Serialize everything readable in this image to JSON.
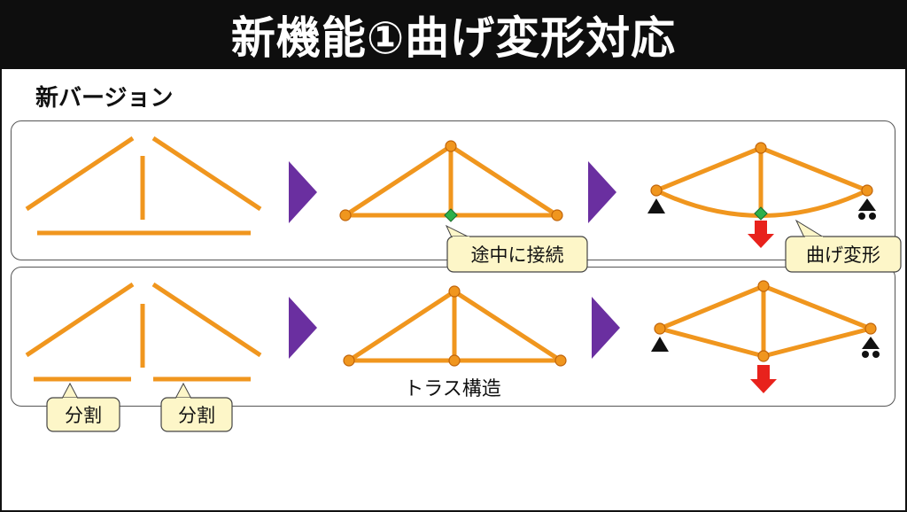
{
  "title": "新機能①曲げ変形対応",
  "subtitle": "新バージョン",
  "labels": {
    "midpoint_connect": "途中に接続",
    "bending": "曲げ変形",
    "split_left": "分割",
    "split_right": "分割",
    "truss": "トラス構造"
  },
  "colors": {
    "member": "#f0961e",
    "joint": "#f0961e",
    "joint_stroke": "#c0640a",
    "connection": "#2db04b",
    "arrow_next": "#6a2fa0",
    "load": "#e8221c",
    "callout_fill": "#fdf6c8",
    "title_bg": "#0e0e0e"
  }
}
